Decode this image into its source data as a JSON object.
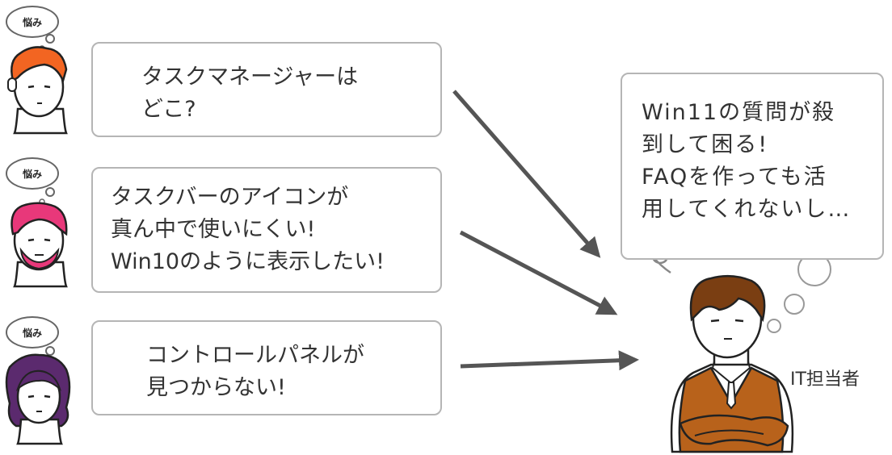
{
  "worries": [
    {
      "tag": "悩み",
      "lines": [
        "タスクマネージャーは",
        "どこ?"
      ]
    },
    {
      "tag": "悩み",
      "lines": [
        "タスクバーのアイコンが",
        "真ん中で使いにくい!",
        "Win10のように表示したい!"
      ]
    },
    {
      "tag": "悩み",
      "lines": [
        "コントロールパネルが",
        "見つからない!"
      ]
    }
  ],
  "it_thought": {
    "lines": [
      "Win11の質問が殺",
      "到して困る!",
      "FAQを作っても活",
      "用してくれないし…"
    ]
  },
  "it_label": "IT担当者",
  "colors": {
    "hair_1": "#f26522",
    "hair_2": "#e8387a",
    "hair_3": "#5b2a6e",
    "it_hair": "#7a3e12",
    "it_vest": "#b8621b",
    "arrow": "#555555",
    "border": "#b5b5b5"
  }
}
